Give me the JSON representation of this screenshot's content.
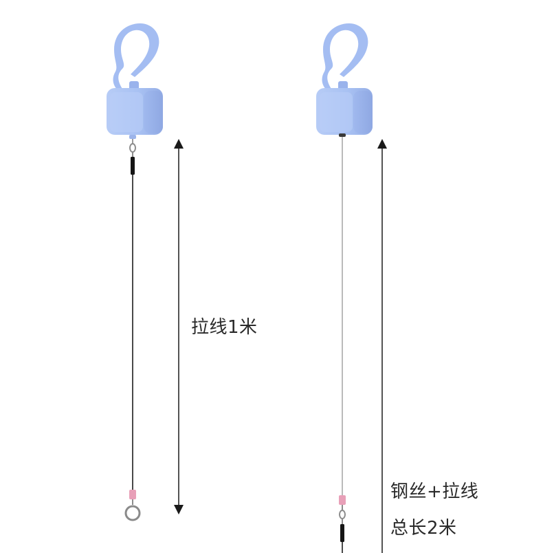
{
  "products": [
    {
      "label": "拉线1米",
      "line_color": "#1b1b1b"
    },
    {
      "label_lines": [
        "钢丝+拉线",
        "总长2米"
      ],
      "line_color": "#a8a8a8"
    }
  ],
  "colors": {
    "body": "#a9c2f3",
    "body_shade": "#95aee6",
    "hook": "#a4bdf2",
    "arrow": "#1a1a1a",
    "connector_pink": "#e8a0b8",
    "sleeve": "#151515"
  }
}
